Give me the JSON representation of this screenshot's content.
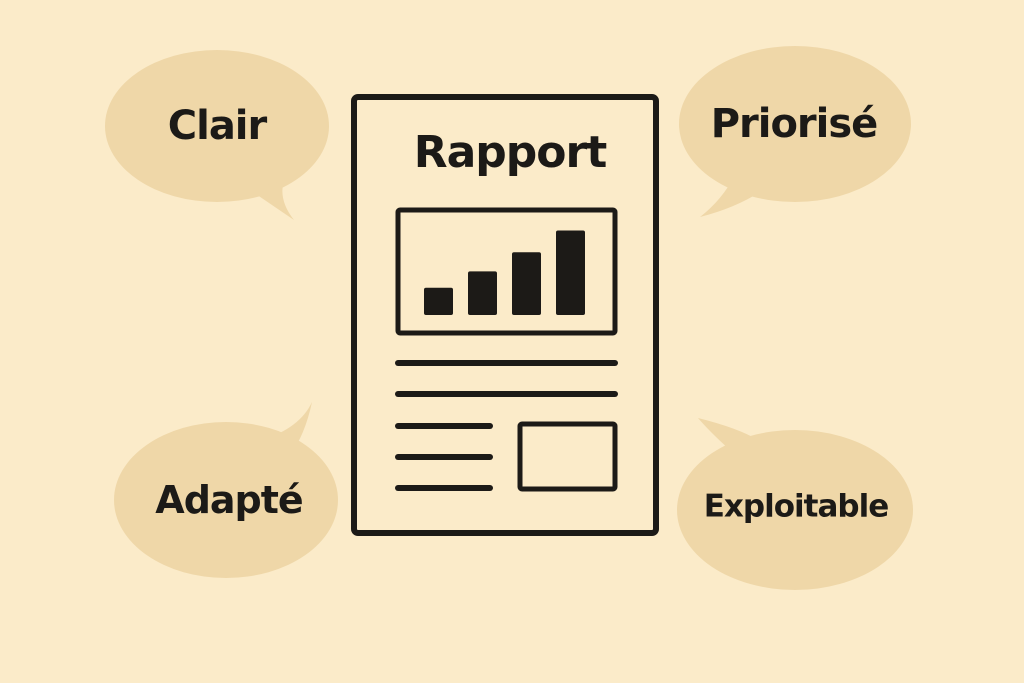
{
  "colors": {
    "background": "#fbebc9",
    "bubble": "#efd7a8",
    "ink": "#1c1a17"
  },
  "document": {
    "title": "Rapport"
  },
  "bubbles": {
    "top_left": "Clair",
    "top_right": "Priorisé",
    "bottom_left": "Adapté",
    "bottom_right": "Exploitable"
  },
  "chart_data": {
    "type": "bar",
    "categories": [
      "",
      "",
      "",
      ""
    ],
    "values": [
      1,
      1.6,
      2.3,
      3.1
    ],
    "ylim": [
      0,
      3.3
    ],
    "grid": false,
    "title": "",
    "xlabel": "",
    "ylabel": ""
  }
}
